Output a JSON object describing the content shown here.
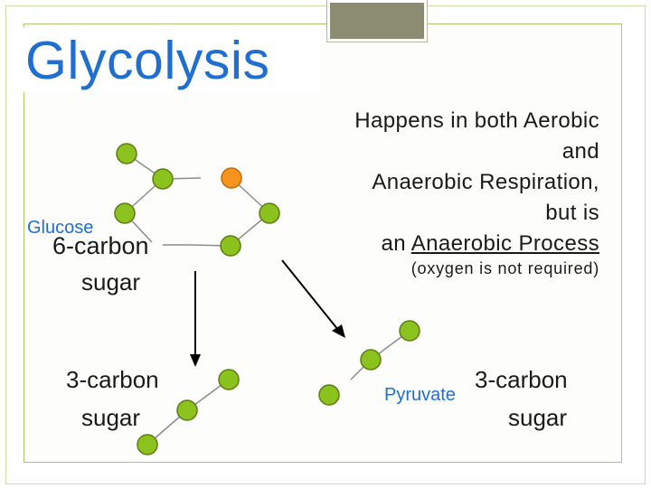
{
  "title": "Glycolysis",
  "left_labels": {
    "glucose": "Glucose",
    "six_carbon": "6-carbon",
    "sugar": "sugar",
    "three_carbon": "3-carbon",
    "sugar_bottom": "sugar"
  },
  "info": {
    "line1": "Happens in both Aerobic",
    "line2": "and",
    "line3": "Anaerobic Respiration,",
    "line4": "but is",
    "line5_prefix": "an ",
    "line5_underlined": "Anaerobic Process",
    "note": "(oxygen is not required)"
  },
  "right_labels": {
    "pyruvate": "Pyruvate",
    "three_carbon": "3-carbon",
    "sugar": "sugar"
  },
  "colors": {
    "title": "#1f6fd1",
    "atom_green": "#8cc21e",
    "atom_orange": "#f7941d",
    "atom_stroke": "#5a7d12",
    "bond": "#8c8c8c",
    "arrow": "#000000"
  }
}
